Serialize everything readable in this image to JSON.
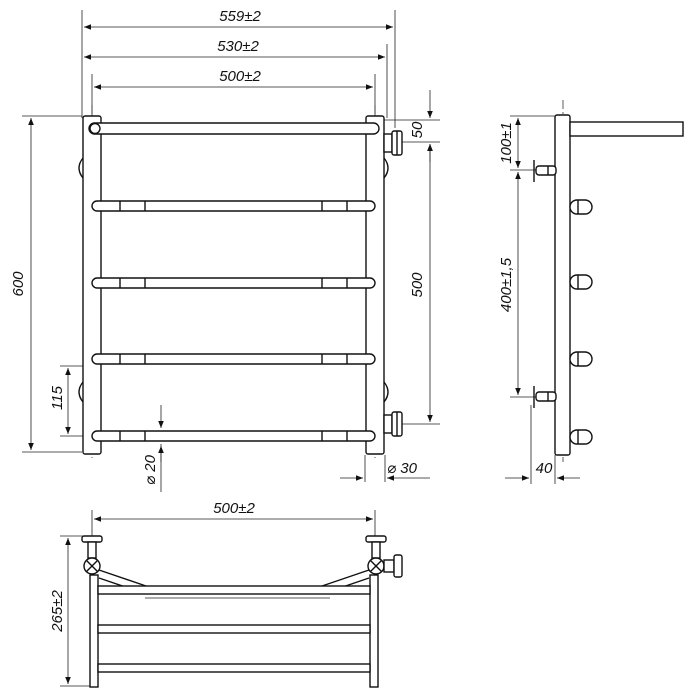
{
  "front_view": {
    "dims": {
      "overall_width": "559±2",
      "outer_width": "530±2",
      "center_width": "500±2",
      "height": "600",
      "bottom_step": "115",
      "tube_diameter": "⌀ 20",
      "top_offset": "50",
      "connection_spacing": "500",
      "pipe_diameter": "⌀ 30"
    }
  },
  "side_view": {
    "dims": {
      "top_mount": "100±1",
      "mount_spacing": "400±1,5",
      "wall_offset": "40"
    }
  },
  "top_view": {
    "dims": {
      "center_width": "500±2",
      "depth": "265±2"
    }
  }
}
